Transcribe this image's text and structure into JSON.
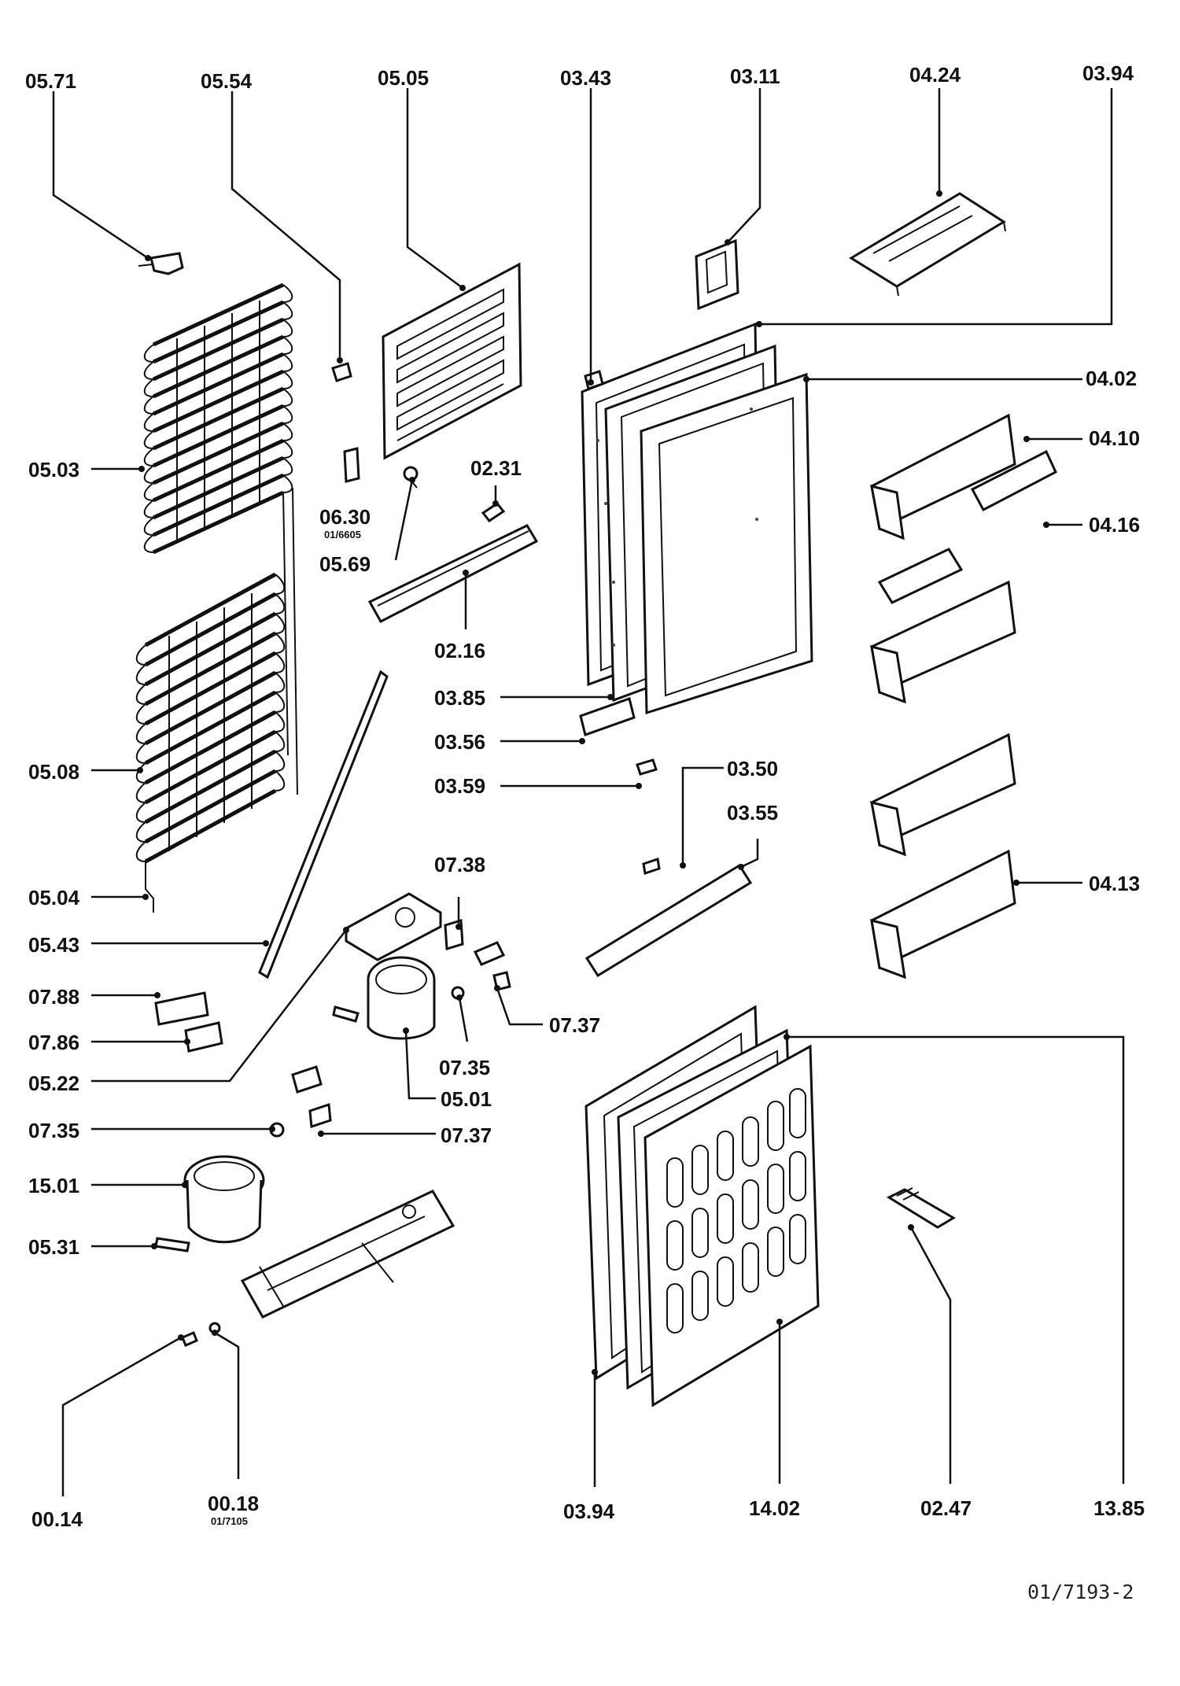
{
  "labels": {
    "l0571": "05.71",
    "l0554": "05.54",
    "l0505": "05.05",
    "l0343": "03.43",
    "l0311": "03.11",
    "l0424": "04.24",
    "l0394top": "03.94",
    "l0402": "04.02",
    "l0410": "04.10",
    "l0416": "04.16",
    "l0503": "05.03",
    "l0630": "06.30",
    "l0630sub": "01/6605",
    "l0231": "02.31",
    "l0569": "05.69",
    "l0216": "02.16",
    "l0385": "03.85",
    "l0356": "03.56",
    "l0359": "03.59",
    "l0350": "03.50",
    "l0355": "03.55",
    "l0508": "05.08",
    "l0504": "05.04",
    "l0543": "05.43",
    "l0738": "07.38",
    "l0413": "04.13",
    "l0788": "07.88",
    "l0786": "07.86",
    "l0737a": "07.37",
    "l0735a": "07.35",
    "l0522": "05.22",
    "l0501": "05.01",
    "l0735b": "07.35",
    "l0737b": "07.37",
    "l1501": "15.01",
    "l0531": "05.31",
    "l0014": "00.14",
    "l0018": "00.18",
    "l0018sub": "01/7105",
    "l0394bot": "03.94",
    "l1402": "14.02",
    "l0247": "02.47",
    "l1385": "13.85"
  },
  "drawing_ref": "01/7193-2"
}
